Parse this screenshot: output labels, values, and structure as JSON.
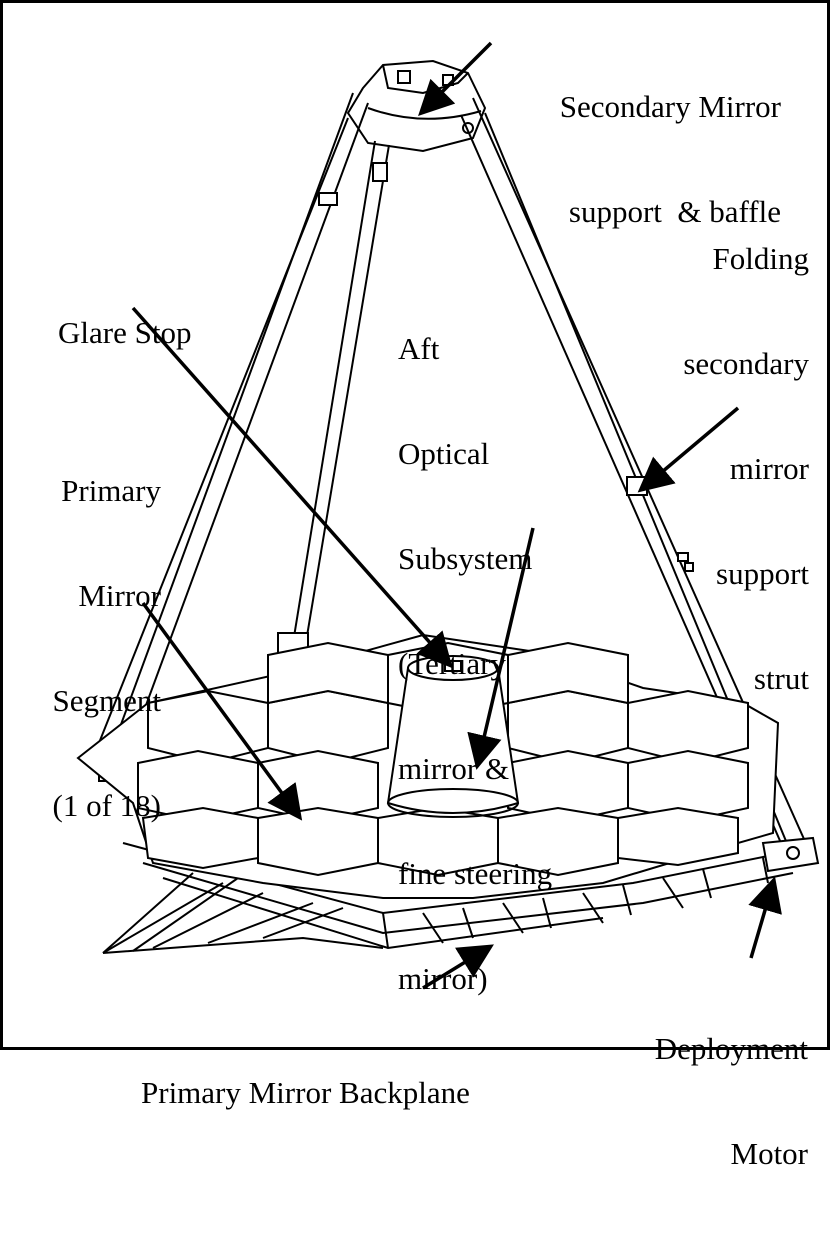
{
  "labels": {
    "secondary_mirror_support": [
      "Secondary Mirror",
      "support  & baffle"
    ],
    "glare_stop": [
      "Glare Stop"
    ],
    "aft_optical_subsystem": [
      "Aft",
      "Optical",
      "Subsystem",
      "(Tertiary",
      "mirror &",
      "fine steering",
      "mirror)"
    ],
    "folding_strut": [
      "Folding",
      "secondary",
      "mirror",
      "support",
      "strut"
    ],
    "primary_mirror_segment": [
      "Primary",
      "Mirror",
      "Segment",
      "(1 of 18)"
    ],
    "primary_mirror_backplane": [
      "Primary Mirror Backplane"
    ],
    "deployment_motor": [
      "Deployment",
      "Motor"
    ]
  }
}
